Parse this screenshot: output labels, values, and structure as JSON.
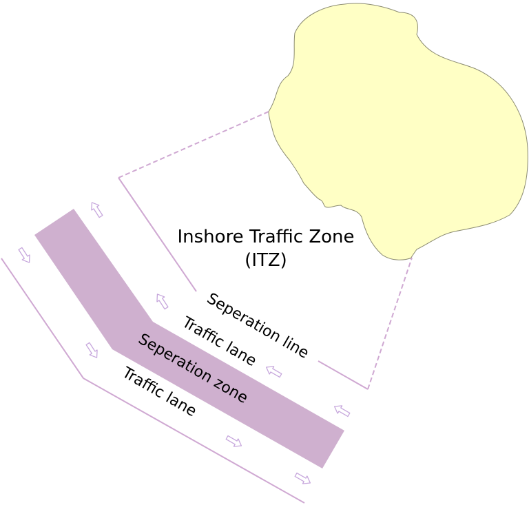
{
  "labels": {
    "itz_line1": "Inshore Traffic Zone",
    "itz_line2": "(ITZ)",
    "separation_line": "Seperation line",
    "traffic_lane_upper": "Traffic lane",
    "separation_zone": "Seperation zone",
    "traffic_lane_lower": "Traffic lane"
  },
  "colors": {
    "land_fill": "#ffffc5",
    "land_stroke": "#8a8a70",
    "separation_zone": "#cfb0cf",
    "boundary_line": "#cfa8d2",
    "arrow_stroke": "#c6a6dc"
  },
  "icons": {
    "direction_arrows": "hollow-arrow-icon"
  }
}
